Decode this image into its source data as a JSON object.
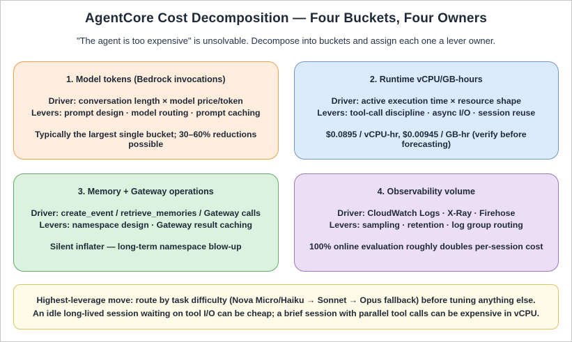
{
  "header": {
    "title": "AgentCore Cost Decomposition — Four Buckets, Four Owners",
    "subtitle": "\"The agent is too expensive\" is unsolvable. Decompose into buckets and assign each one a lever owner."
  },
  "buckets": [
    {
      "title": "1. Model tokens (Bedrock invocations)",
      "driver": "Driver: conversation length × model price/token",
      "levers": "Levers: prompt design · model routing · prompt caching",
      "summary": "Typically the largest single bucket; 30–60% reductions possible",
      "fill": "#ffeedd",
      "border": "#ef9f4e"
    },
    {
      "title": "2. Runtime vCPU/GB-hours",
      "driver": "Driver: active execution time × resource shape",
      "levers": "Levers: tool-call discipline · async I/O · session reuse",
      "summary": "$0.0895 / vCPU-hr, $0.00945 / GB-hr (verify before forecasting)",
      "fill": "#dcebfb",
      "border": "#7096c4"
    },
    {
      "title": "3. Memory + Gateway operations",
      "driver": "Driver: create_event / retrieve_memories / Gateway calls",
      "levers": "Levers: namespace design · Gateway result caching",
      "summary": "Silent inflater — long-term namespace blow-up",
      "fill": "#dbf2de",
      "border": "#63a96b"
    },
    {
      "title": "4. Observability volume",
      "driver": "Driver: CloudWatch Logs · X-Ray · Firehose",
      "levers": "Levers: sampling · retention · log group routing",
      "summary": "100% online evaluation roughly doubles per-session cost",
      "fill": "#ecdff5",
      "border": "#9a77b8"
    }
  ],
  "banner": {
    "line1": "Highest-leverage move: route by task difficulty (Nova Micro/Haiku → Sonnet → Opus fallback) before tuning anything else.",
    "line2": "An idle long-lived session waiting on tool I/O can be cheap; a brief session with parallel tool calls can be expensive in vCPU.",
    "fill": "#fffbe6",
    "border": "#d9c469"
  }
}
